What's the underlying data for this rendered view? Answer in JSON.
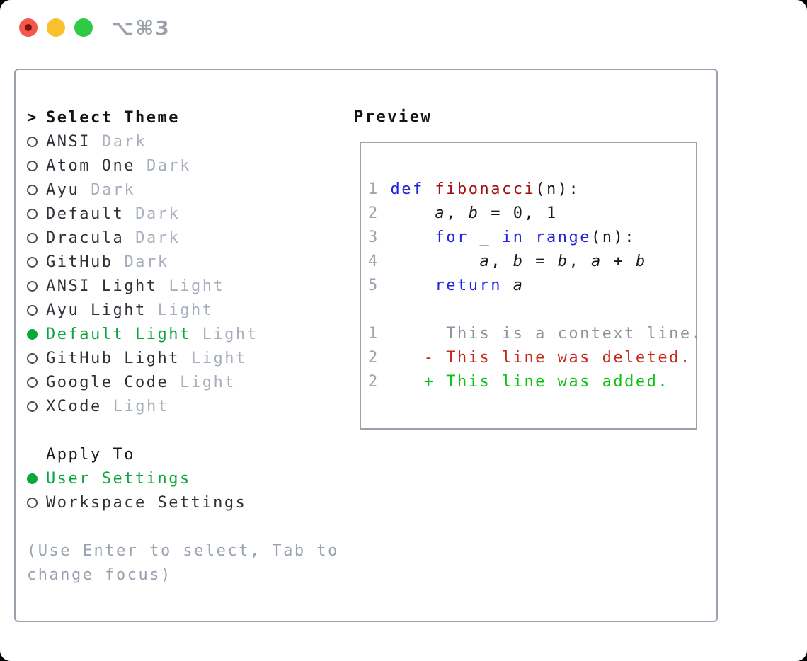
{
  "titlebar": {
    "shortcut": "⌥⌘3",
    "traffic_lights": [
      "close",
      "minimize",
      "zoom"
    ]
  },
  "colors": {
    "selection_green": "#0aa63e",
    "added_green": "#0cc212",
    "deleted_red": "#c5291a",
    "keyword_blue": "#1f24de",
    "function_red": "#a31212",
    "plain_text": "#17191d",
    "muted_gray": "#a7afbd",
    "hint_gray": "#99a2b1",
    "line_number_gray": "#9aa3b0",
    "border_gray": "#9aa2ad",
    "traffic_red": "#f4574c",
    "traffic_yellow": "#fbc02e",
    "traffic_green": "#2fc944"
  },
  "sidebar": {
    "title_prefix": ">",
    "title": "Select Theme",
    "themes": [
      {
        "name": "ANSI",
        "variant": "Dark",
        "selected": false
      },
      {
        "name": "Atom One",
        "variant": "Dark",
        "selected": false
      },
      {
        "name": "Ayu",
        "variant": "Dark",
        "selected": false
      },
      {
        "name": "Default",
        "variant": "Dark",
        "selected": false
      },
      {
        "name": "Dracula",
        "variant": "Dark",
        "selected": false
      },
      {
        "name": "GitHub",
        "variant": "Dark",
        "selected": false
      },
      {
        "name": "ANSI Light",
        "variant": "Light",
        "selected": false
      },
      {
        "name": "Ayu Light",
        "variant": "Light",
        "selected": false
      },
      {
        "name": "Default Light",
        "variant": "Light",
        "selected": true
      },
      {
        "name": "GitHub Light",
        "variant": "Light",
        "selected": false
      },
      {
        "name": "Google Code",
        "variant": "Light",
        "selected": false
      },
      {
        "name": "XCode",
        "variant": "Light",
        "selected": false
      }
    ],
    "apply_to": {
      "title": "Apply To",
      "options": [
        {
          "label": "User Settings",
          "selected": true
        },
        {
          "label": "Workspace Settings",
          "selected": false
        }
      ]
    },
    "hint_lines": [
      "(Use Enter to select, Tab to",
      "change focus)"
    ]
  },
  "preview": {
    "title": "Preview",
    "code_lines": [
      {
        "num": "1",
        "segments": [
          {
            "text": "def",
            "style": "kw"
          },
          {
            "text": " ",
            "style": "plain"
          },
          {
            "text": "fibonacci",
            "style": "fn"
          },
          {
            "text": "(n):",
            "style": "plain"
          }
        ]
      },
      {
        "num": "2",
        "segments": [
          {
            "text": "    ",
            "style": "plain"
          },
          {
            "text": "a",
            "style": "var"
          },
          {
            "text": ", ",
            "style": "plain"
          },
          {
            "text": "b",
            "style": "var"
          },
          {
            "text": " = 0, 1",
            "style": "plain"
          }
        ]
      },
      {
        "num": "3",
        "segments": [
          {
            "text": "    ",
            "style": "plain"
          },
          {
            "text": "for",
            "style": "kw"
          },
          {
            "text": " _ ",
            "style": "plain"
          },
          {
            "text": "in",
            "style": "kw"
          },
          {
            "text": " ",
            "style": "plain"
          },
          {
            "text": "range",
            "style": "kw"
          },
          {
            "text": "(n):",
            "style": "plain"
          }
        ]
      },
      {
        "num": "4",
        "segments": [
          {
            "text": "        ",
            "style": "plain"
          },
          {
            "text": "a",
            "style": "var"
          },
          {
            "text": ", ",
            "style": "plain"
          },
          {
            "text": "b",
            "style": "var"
          },
          {
            "text": " = ",
            "style": "plain"
          },
          {
            "text": "b",
            "style": "var"
          },
          {
            "text": ", ",
            "style": "plain"
          },
          {
            "text": "a",
            "style": "var"
          },
          {
            "text": " + ",
            "style": "plain"
          },
          {
            "text": "b",
            "style": "var"
          }
        ]
      },
      {
        "num": "5",
        "segments": [
          {
            "text": "    ",
            "style": "plain"
          },
          {
            "text": "return",
            "style": "kw"
          },
          {
            "text": " ",
            "style": "plain"
          },
          {
            "text": "a",
            "style": "var"
          }
        ]
      },
      {
        "num": "",
        "segments": []
      },
      {
        "num": "1",
        "segments": [
          {
            "text": "     This is a context line.",
            "style": "ctx"
          }
        ]
      },
      {
        "num": "2",
        "segments": [
          {
            "text": "   - This line was deleted.",
            "style": "del"
          }
        ]
      },
      {
        "num": "2",
        "segments": [
          {
            "text": "   + This line was added.",
            "style": "add"
          }
        ]
      }
    ]
  }
}
